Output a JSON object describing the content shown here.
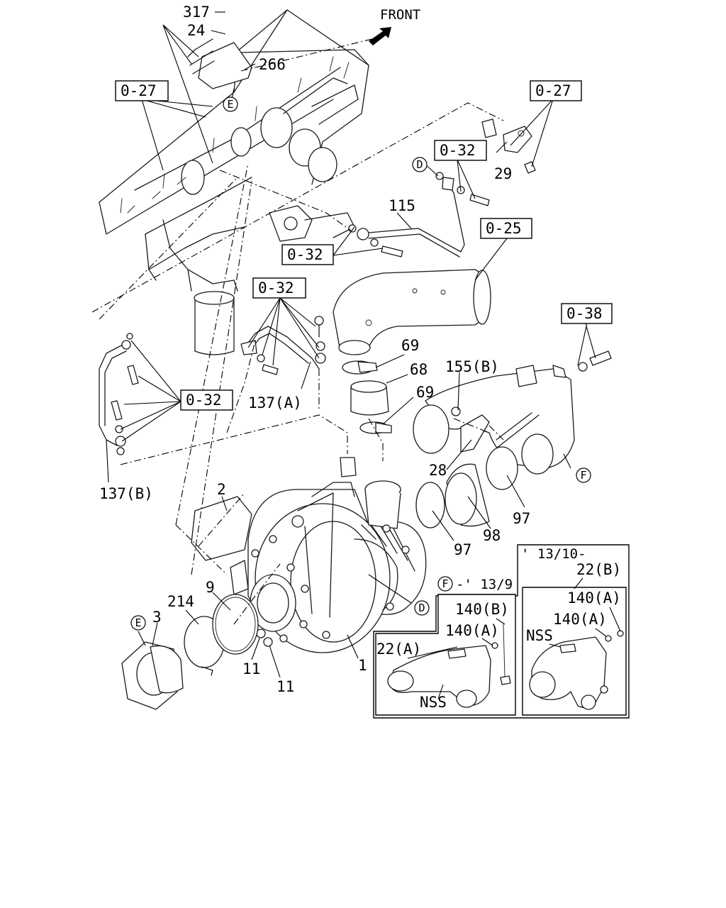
{
  "front_label": "FRONT",
  "parts": {
    "p317": "317",
    "p24": "24",
    "p266": "266",
    "p115": "115",
    "p69a": "69",
    "p68": "68",
    "p69b": "69",
    "p155b": "155(B)",
    "p137a": "137(A)",
    "p137b": "137(B)",
    "p2": "2",
    "p28": "28",
    "p97a": "97",
    "p97b": "97",
    "p98": "98",
    "p29": "29",
    "p9": "9",
    "p214": "214",
    "p3": "3",
    "p11a": "11",
    "p11b": "11",
    "p1": "1"
  },
  "refs": {
    "r027a": "0-27",
    "r027b": "0-27",
    "r032a": "0-32",
    "r032b": "0-32",
    "r032c": "0-32",
    "r032d": "0-32",
    "r025": "0-25",
    "r038": "0-38"
  },
  "circles": {
    "e1": "E",
    "e2": "E",
    "d1": "D",
    "d2": "D",
    "f1": "F",
    "f2": "F"
  },
  "inset_left": {
    "header": "-' 13/9",
    "p140b": "140(B)",
    "p140a": "140(A)",
    "p22a": "22(A)",
    "nss": "NSS"
  },
  "inset_right": {
    "header": "' 13/10-",
    "p22b": "22(B)",
    "p140a1": "140(A)",
    "p140a2": "140(A)",
    "nss": "NSS"
  }
}
